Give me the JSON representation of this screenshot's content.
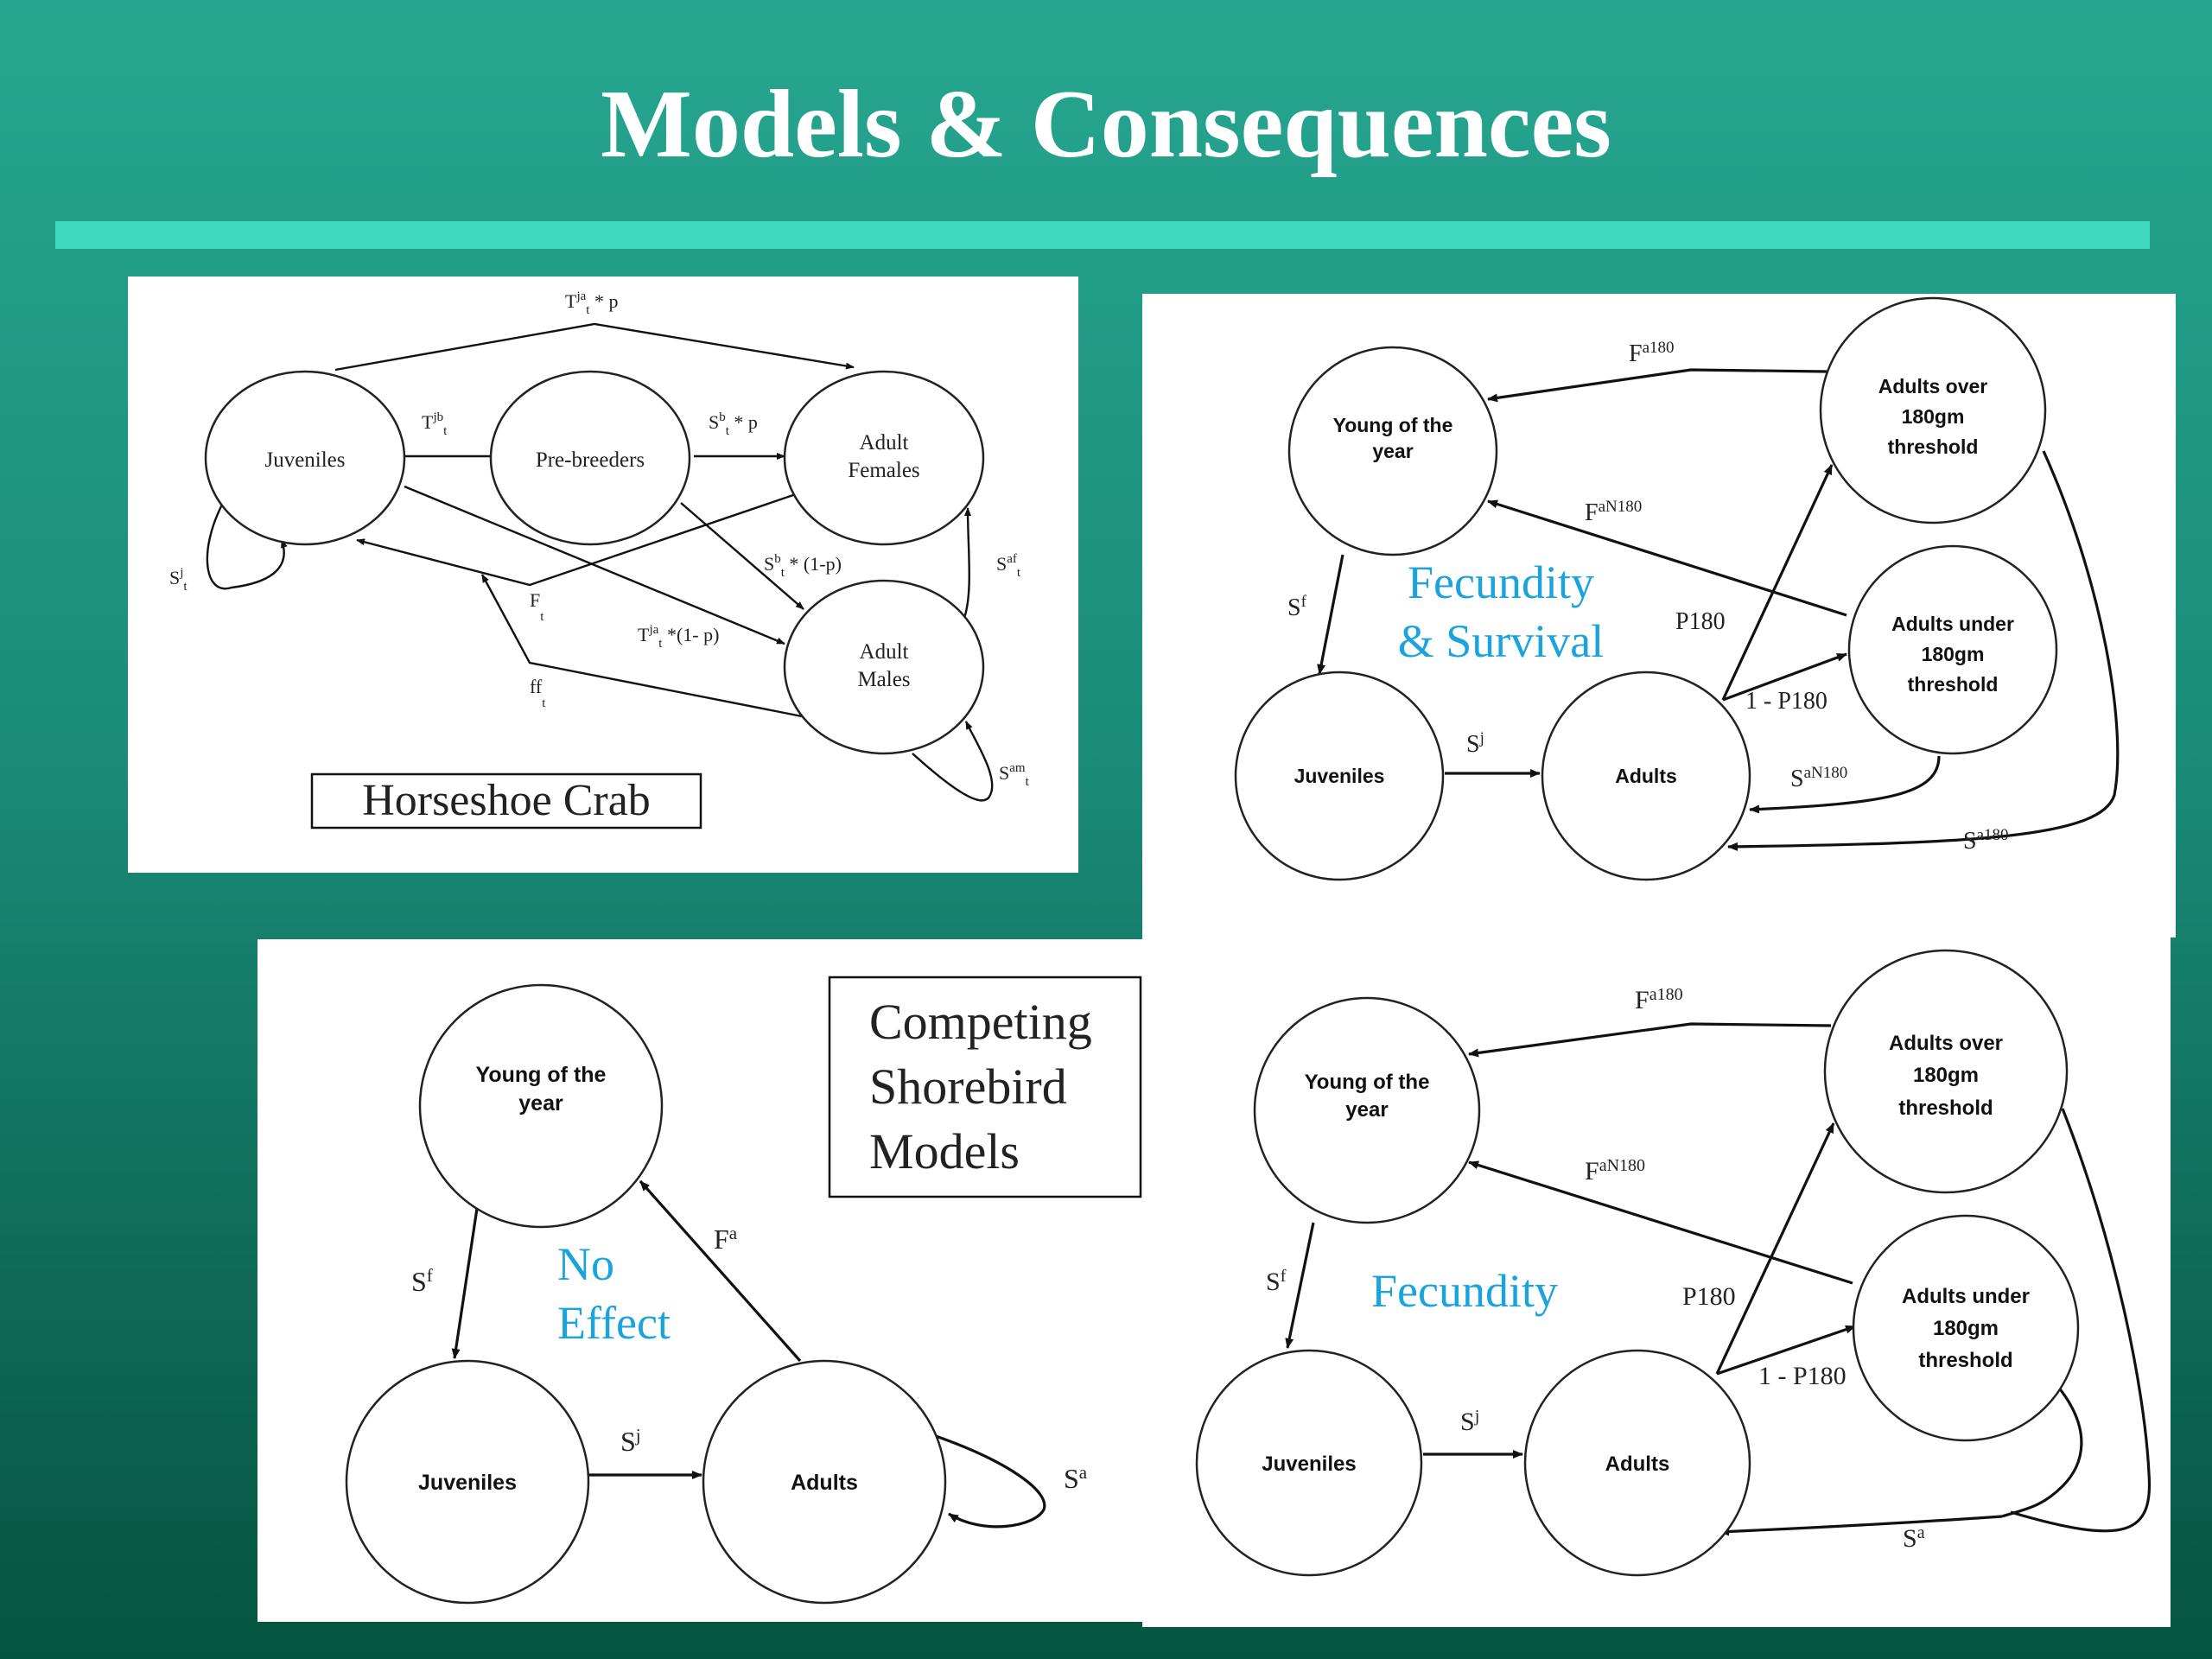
{
  "slide": {
    "title": "Models & Consequences"
  },
  "horseshoe": {
    "caption": "Horseshoe Crab",
    "nodes": {
      "juveniles": "Juveniles",
      "prebreeders": "Pre-breeders",
      "females_1": "Adult",
      "females_2": "Females",
      "males_1": "Adult",
      "males_2": "Males"
    },
    "edges": {
      "top": [
        "T",
        "ja",
        "t",
        " * p"
      ],
      "jb": [
        "T",
        "jb",
        "t",
        ""
      ],
      "sbp": [
        "S",
        "b",
        "t",
        " * p"
      ],
      "sbq": [
        "S",
        "b",
        "t",
        " * (1-p)"
      ],
      "tjq": [
        "T",
        "ja",
        "t",
        " *(1- p)"
      ],
      "sj": [
        "S",
        "j",
        "t",
        ""
      ],
      "ft": [
        "F",
        "",
        "t",
        ""
      ],
      "fft": [
        "ff",
        "",
        "t",
        ""
      ],
      "saf": [
        "S",
        "af",
        "t",
        ""
      ],
      "sam": [
        "S",
        "am",
        "t",
        ""
      ]
    }
  },
  "competing": {
    "label_1": "Competing",
    "label_2": "Shorebird",
    "label_3": "Models"
  },
  "fecundity_survival": {
    "label_1": "Fecundity",
    "label_2": "& Survival",
    "nodes": {
      "yoy_1": "Young of the",
      "yoy_2": "year",
      "juveniles": "Juveniles",
      "adults": "Adults",
      "over_1": "Adults over",
      "over_2": "180gm",
      "over_3": "threshold",
      "under_1": "Adults under",
      "under_2": "180gm",
      "under_3": "threshold"
    },
    "edges": {
      "fa180": [
        "F",
        "a180"
      ],
      "fan180": [
        "F",
        "aN180"
      ],
      "sf": [
        "S",
        "f"
      ],
      "sj": [
        "S",
        "j"
      ],
      "p180": "P180",
      "one_minus_p180": "1 - P180",
      "san180": [
        "S",
        "aN180"
      ],
      "sa180": [
        "S",
        "a180"
      ]
    }
  },
  "no_effect": {
    "label_1": "No",
    "label_2": "Effect",
    "nodes": {
      "yoy_1": "Young of the",
      "yoy_2": "year",
      "juveniles": "Juveniles",
      "adults": "Adults"
    },
    "edges": {
      "sf": [
        "S",
        "f"
      ],
      "sj": [
        "S",
        "j"
      ],
      "fa": [
        "F",
        "a"
      ],
      "sa": [
        "S",
        "a"
      ]
    }
  },
  "fecundity": {
    "label": "Fecundity",
    "nodes": {
      "yoy_1": "Young of the",
      "yoy_2": "year",
      "juveniles": "Juveniles",
      "adults": "Adults",
      "over_1": "Adults over",
      "over_2": "180gm",
      "over_3": "threshold",
      "under_1": "Adults under",
      "under_2": "180gm",
      "under_3": "threshold"
    },
    "edges": {
      "fa180": [
        "F",
        "a180"
      ],
      "fan180": [
        "F",
        "aN180"
      ],
      "sf": [
        "S",
        "f"
      ],
      "sj": [
        "S",
        "j"
      ],
      "p180": "P180",
      "one_minus_p180": "1 - P180",
      "sa": [
        "S",
        "a"
      ]
    }
  }
}
